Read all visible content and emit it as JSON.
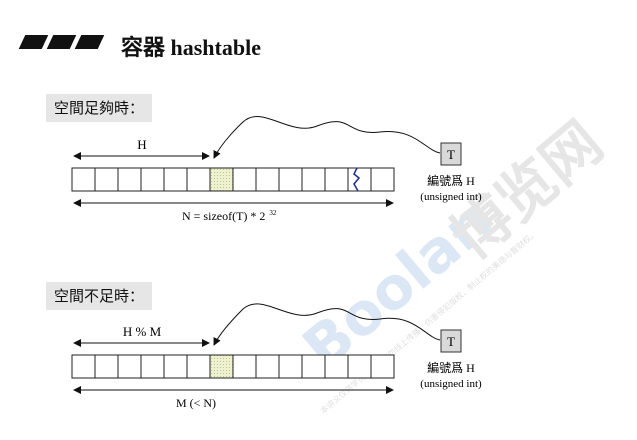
{
  "title": "容器 hashtable",
  "sections": [
    {
      "label": "空間足夠時：",
      "range_label": "H",
      "total_label": "N = sizeof(T) * 2",
      "total_exp": "32",
      "key_box": "T",
      "key_desc_line1": "編號爲 H",
      "key_desc_line2": "(unsigned int)"
    },
    {
      "label": "空間不足時：",
      "range_label": "H % M",
      "total_label": "M (< N)",
      "key_box": "T",
      "key_desc_line1": "編號爲 H",
      "key_desc_line2": "(unsigned int)"
    }
  ],
  "watermark": {
    "brand": "Boolan",
    "cn": "博览网",
    "fine_print": "本讲义仅供学员专用，请勿线上传播，伤害侵犯版权、制止权的美德与智财权。"
  },
  "colors": {
    "highlight": "#eef2cf",
    "watermark": "#dbe7f5"
  }
}
